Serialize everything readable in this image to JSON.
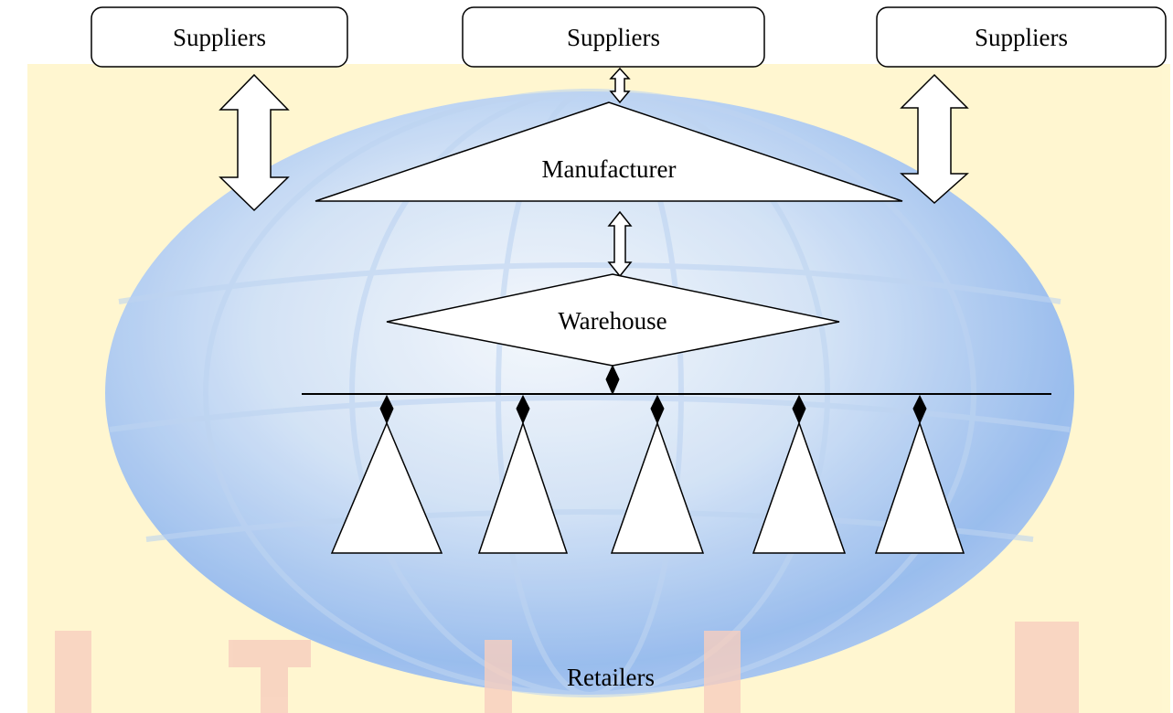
{
  "colors": {
    "background_yellow": "#fff6cc",
    "globe_blue": "#8fb6ec",
    "globe_light": "#dde9f7",
    "watermark_red": "#f7c9b8"
  },
  "watermark": {
    "description": "faint globe image with red lettering behind the diagram"
  },
  "diagram": {
    "suppliers": [
      {
        "label": "Suppliers"
      },
      {
        "label": "Suppliers"
      },
      {
        "label": "Suppliers"
      }
    ],
    "manufacturer": {
      "label": "Manufacturer"
    },
    "warehouse": {
      "label": "Warehouse"
    },
    "retailers_label": "Retailers",
    "retailer_count": 5
  }
}
